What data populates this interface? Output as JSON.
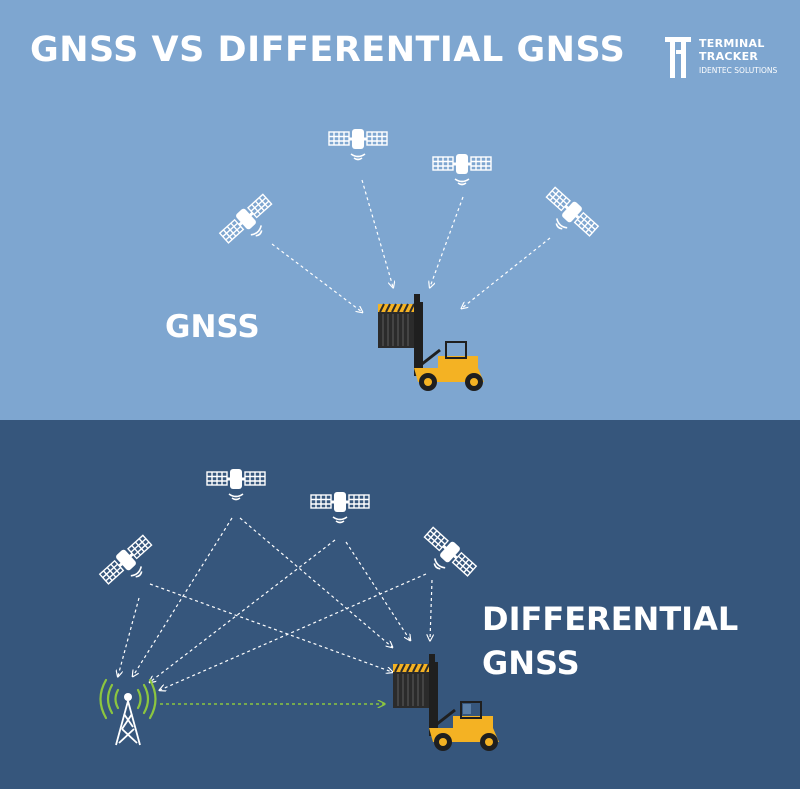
{
  "title": "GNSS VS DIFFERENTIAL GNSS",
  "logo": {
    "line1": "TERMINAL",
    "line2": "TRACKER",
    "line3": "IDENTEC SOLUTIONS"
  },
  "sections": {
    "gnss_label": "GNSS",
    "dgnss_label_line1": "DIFFERENTIAL",
    "dgnss_label_line2": "GNSS"
  },
  "colors": {
    "top_background": "#7ea6d0",
    "bottom_background": "#36567c",
    "forklift_body": "#f4b223",
    "signal_green": "#8cc63f",
    "line_white": "#ffffff"
  },
  "icons": {
    "satellite": "satellite-icon",
    "forklift": "forklift-icon",
    "antenna": "antenna-tower-icon"
  }
}
